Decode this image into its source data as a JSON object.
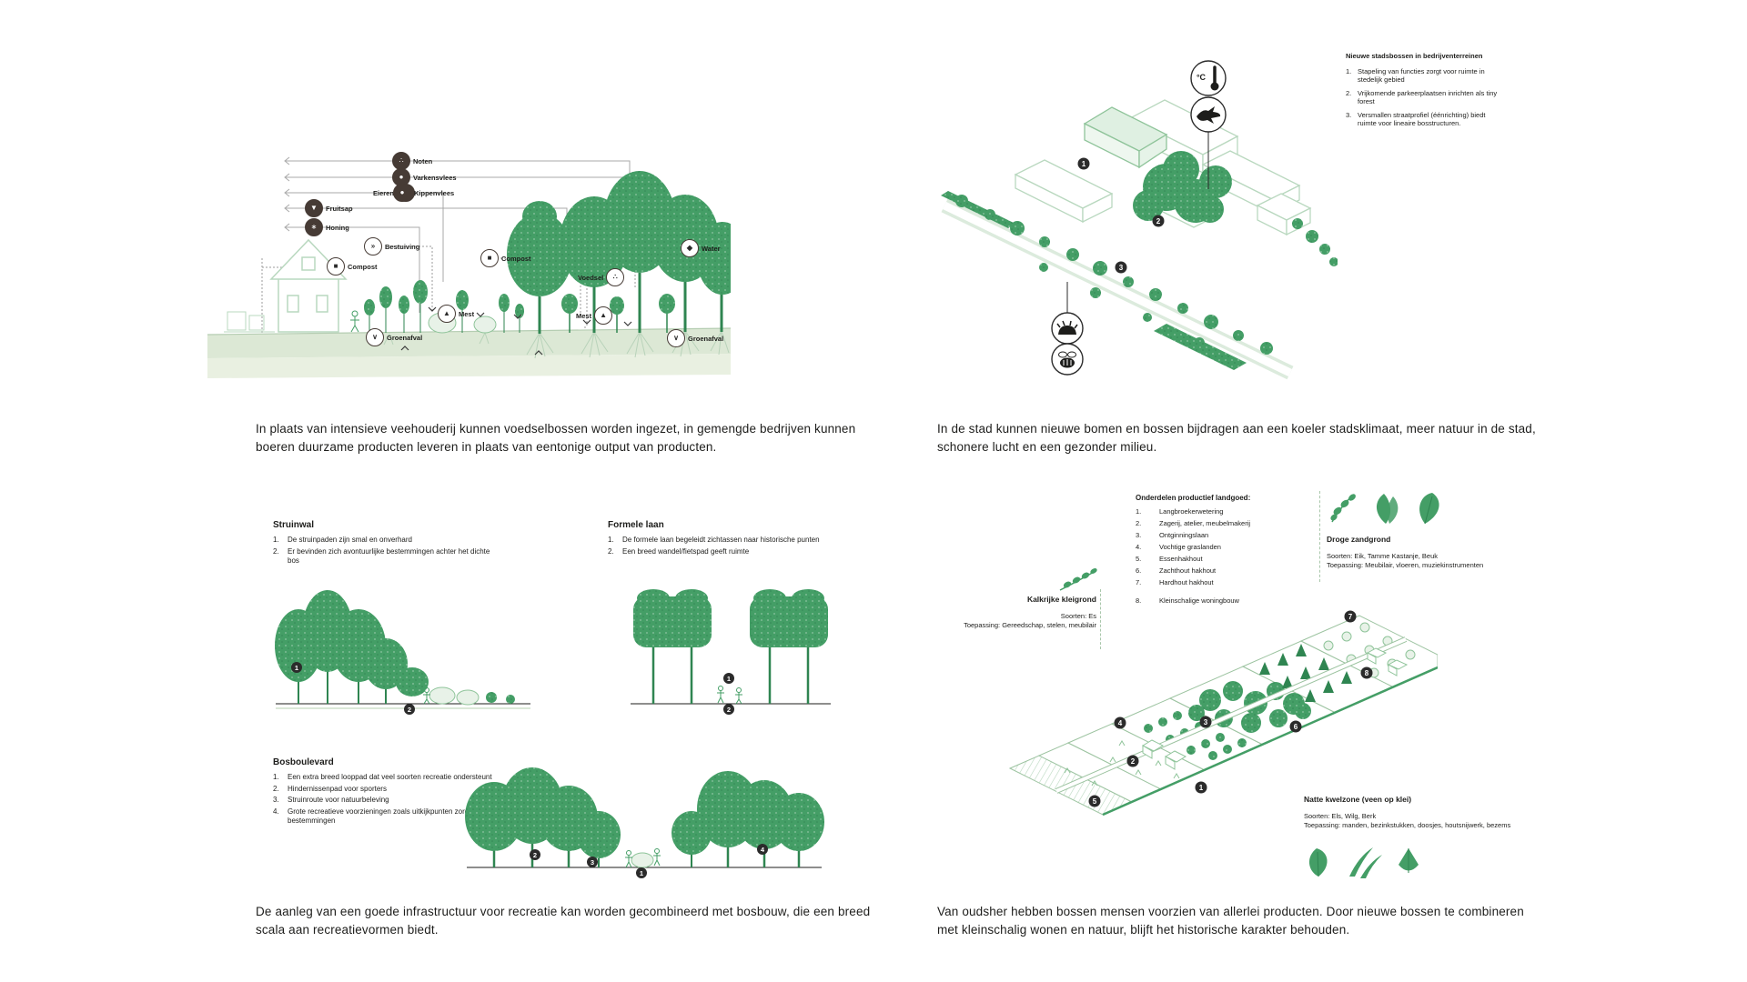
{
  "captions": {
    "food_forest": "In plaats van intensieve veehouderij kunnen voedselbossen worden ingezet, in gemengde bedrijven kunnen boeren duurzame producten leveren in plaats van eentonige output van producten.",
    "stadsbossen": "In de stad kunnen nieuwe bomen en bossen bijdragen aan een koeler stadsklimaat, meer natuur in de stad, schonere lucht en een gezonder milieu.",
    "recreatie": "De aanleg van een goede infrastructuur voor recreatie kan worden gecombineerd met bosbouw, die een breed scala aan recreatievormen biedt.",
    "landgoed": "Van oudsher hebben bossen mensen voorzien van allerlei producten. Door nieuwe bossen te combineren met kleinschalig wonen en natuur, blijft het historische karakter behouden."
  },
  "food_forest": {
    "labels": {
      "noten": "Noten",
      "varkensvlees": "Varkensvlees",
      "eieren": "Eieren",
      "kippenvlees": "Kippenvlees",
      "fruitsap": "Fruitsap",
      "honing": "Honing",
      "bestuiving": "Bestuiving",
      "compost_1": "Compost",
      "compost_2": "Compost",
      "water": "Water",
      "voedsel": "Voedsel",
      "mest_1": "Mest",
      "mest_2": "Mest",
      "groenafval_1": "Groenafval",
      "groenafval_2": "Groenafval"
    },
    "glyphs": {
      "noten": "∴",
      "varkensvlees": "●",
      "eieren": "◦◦",
      "kippenvlees": "●",
      "fruitsap": "▼",
      "honing": "∗",
      "bestuiving": "»",
      "compost": "■",
      "water": "◆",
      "voedsel": "∴",
      "mest": "▲",
      "groenafval": "∨"
    }
  },
  "stadsbossen": {
    "title": "Nieuwe stadsbossen in bedrijventerreinen",
    "items": [
      {
        "num": "1.",
        "text": "Stapeling van functies zorgt voor ruimte in stedelijk gebied"
      },
      {
        "num": "2.",
        "text": "Vrijkomende parkeerplaatsen inrichten als tiny forest"
      },
      {
        "num": "3.",
        "text": "Versmallen straatprofiel (éénrichting) biedt ruimte voor lineaire bosstructuren."
      }
    ],
    "icon_labels": {
      "temperature": "°C"
    },
    "markers": [
      "1",
      "2",
      "3"
    ]
  },
  "recreatie": {
    "struinwal": {
      "title": "Struinwal",
      "items": [
        {
          "num": "1.",
          "text": "De struinpaden zijn smal en onverhard"
        },
        {
          "num": "2.",
          "text": "Er bevinden zich avontuurlijke bestemmingen achter het dichte bos"
        }
      ],
      "markers": [
        "1",
        "2"
      ]
    },
    "formele_laan": {
      "title": "Formele laan",
      "items": [
        {
          "num": "1.",
          "text": "De formele laan begeleidt zichtassen naar historische punten"
        },
        {
          "num": "2.",
          "text": "Een breed wandel/fietspad geeft ruimte"
        }
      ],
      "markers": [
        "1",
        "2"
      ]
    },
    "bosboulevard": {
      "title": "Bosboulevard",
      "items": [
        {
          "num": "1.",
          "text": "Een extra breed looppad dat veel soorten recreatie ondersteunt"
        },
        {
          "num": "2.",
          "text": "Hindernissenpad voor sporters"
        },
        {
          "num": "3.",
          "text": "Struinroute voor natuurbeleving"
        },
        {
          "num": "4.",
          "text": "Grote recreatieve voorzieningen zoals uitkijkpunten zorgen voor bestemmingen"
        }
      ],
      "markers": [
        "1",
        "2",
        "3",
        "4"
      ]
    }
  },
  "landgoed": {
    "title": "Onderdelen productief landgoed:",
    "items": [
      {
        "num": "1.",
        "text": "Langbroekerwetering"
      },
      {
        "num": "2.",
        "text": "Zagerij, atelier, meubelmakerij"
      },
      {
        "num": "3.",
        "text": "Ontginningslaan"
      },
      {
        "num": "4.",
        "text": "Vochtige graslanden"
      },
      {
        "num": "5.",
        "text": "Essenhakhout"
      },
      {
        "num": "6.",
        "text": "Zachthout hakhout"
      },
      {
        "num": "7.",
        "text": "Hardhout hakhout"
      },
      {
        "num": "8.",
        "text": "Kleinschalige woningbouw"
      }
    ],
    "soils": {
      "kalkrijke": {
        "title": "Kalkrijke kleigrond",
        "soorten": "Soorten: Es",
        "toepassing": "Toepassing: Gereedschap, stelen, meubilair"
      },
      "droge": {
        "title": "Droge zandgrond",
        "soorten": "Soorten: Eik, Tamme Kastanje, Beuk",
        "toepassing": "Toepassing: Meubilair, vloeren, muziekinstrumenten"
      },
      "natte": {
        "title": "Natte kwelzone (veen op klei)",
        "soorten": "Soorten: Els, Wilg, Berk",
        "toepassing": "Toepassing: manden, bezinkstukken, doosjes, houtsnijwerk, bezems"
      }
    },
    "markers": [
      "1",
      "2",
      "3",
      "4",
      "5",
      "6",
      "7",
      "8"
    ]
  },
  "colors": {
    "tree_green": "#449e66",
    "dark_green": "#2f8551",
    "pale_green": "#dff0e2",
    "outline_green": "#b9d8bf",
    "ground_green": "#dce8d5",
    "icon_dark": "#463b35",
    "text": "#1d1d1b"
  }
}
